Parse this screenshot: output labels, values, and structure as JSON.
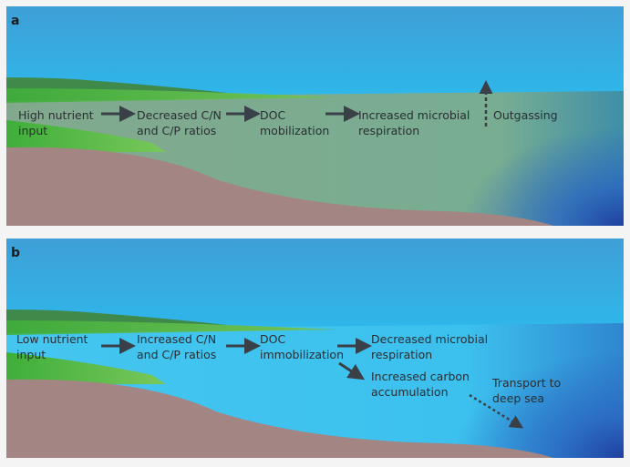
{
  "panel_a": {
    "label": "a",
    "steps": [
      {
        "line1": "High nutrient",
        "line2": "input"
      },
      {
        "line1": "Decreased C/N",
        "line2": "and C/P ratios"
      },
      {
        "line1": "DOC",
        "line2": "mobilization"
      },
      {
        "line1": "Increased microbial",
        "line2": "respiration"
      }
    ],
    "outgassing": "Outgassing",
    "water_color": "#7faa8c"
  },
  "panel_b": {
    "label": "b",
    "steps": [
      {
        "line1": "Low nutrient",
        "line2": "input"
      },
      {
        "line1": "Increased C/N",
        "line2": "and C/P ratios"
      },
      {
        "line1": "DOC",
        "line2": "immobilization"
      },
      {
        "line1": "Decreased microbial",
        "line2": "respiration"
      },
      {
        "line1": "Increased carbon",
        "line2": "accumulation"
      }
    ],
    "transport": {
      "line1": "Transport to",
      "line2": "deep sea"
    },
    "water_color": "#40c4ee"
  }
}
